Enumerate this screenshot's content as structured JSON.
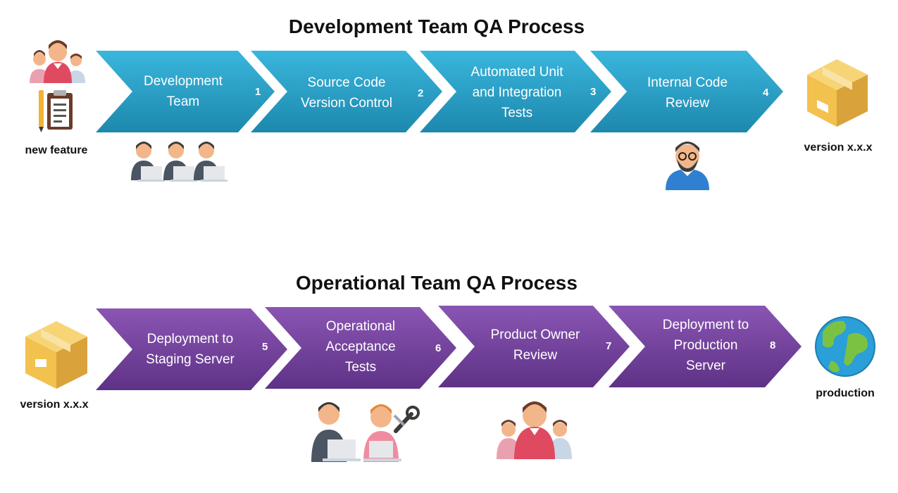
{
  "dev": {
    "title": "Development Team QA Process",
    "start_label": "new feature",
    "end_label": "version x.x.x",
    "steps": [
      {
        "label": "Development\nTeam",
        "num": "1"
      },
      {
        "label": "Source Code\nVersion Control",
        "num": "2"
      },
      {
        "label": "Automated Unit\nand Integration\nTests",
        "num": "3"
      },
      {
        "label": "Internal Code\nReview",
        "num": "4"
      }
    ]
  },
  "ops": {
    "title": "Operational Team QA Process",
    "start_label": "version x.x.x",
    "end_label": "production",
    "steps": [
      {
        "label": "Deployment to\nStaging Server",
        "num": "5"
      },
      {
        "label": "Operational\nAcceptance\nTests",
        "num": "6"
      },
      {
        "label": "Product Owner\nReview",
        "num": "7"
      },
      {
        "label": "Deployment to\nProduction\nServer",
        "num": "8"
      }
    ]
  },
  "colors": {
    "dev_chevron_top": "#3ab6dd",
    "dev_chevron_bottom": "#1d88ad",
    "ops_chevron_top": "#8a55b3",
    "ops_chevron_bottom": "#5e3286",
    "box": "#f2c14e",
    "box_dark": "#d9a23a"
  },
  "icons": [
    "team-icon",
    "clipboard-icon",
    "developers-icon",
    "reviewer-icon",
    "package-icon",
    "support-icon",
    "owner-team-icon",
    "globe-icon"
  ]
}
